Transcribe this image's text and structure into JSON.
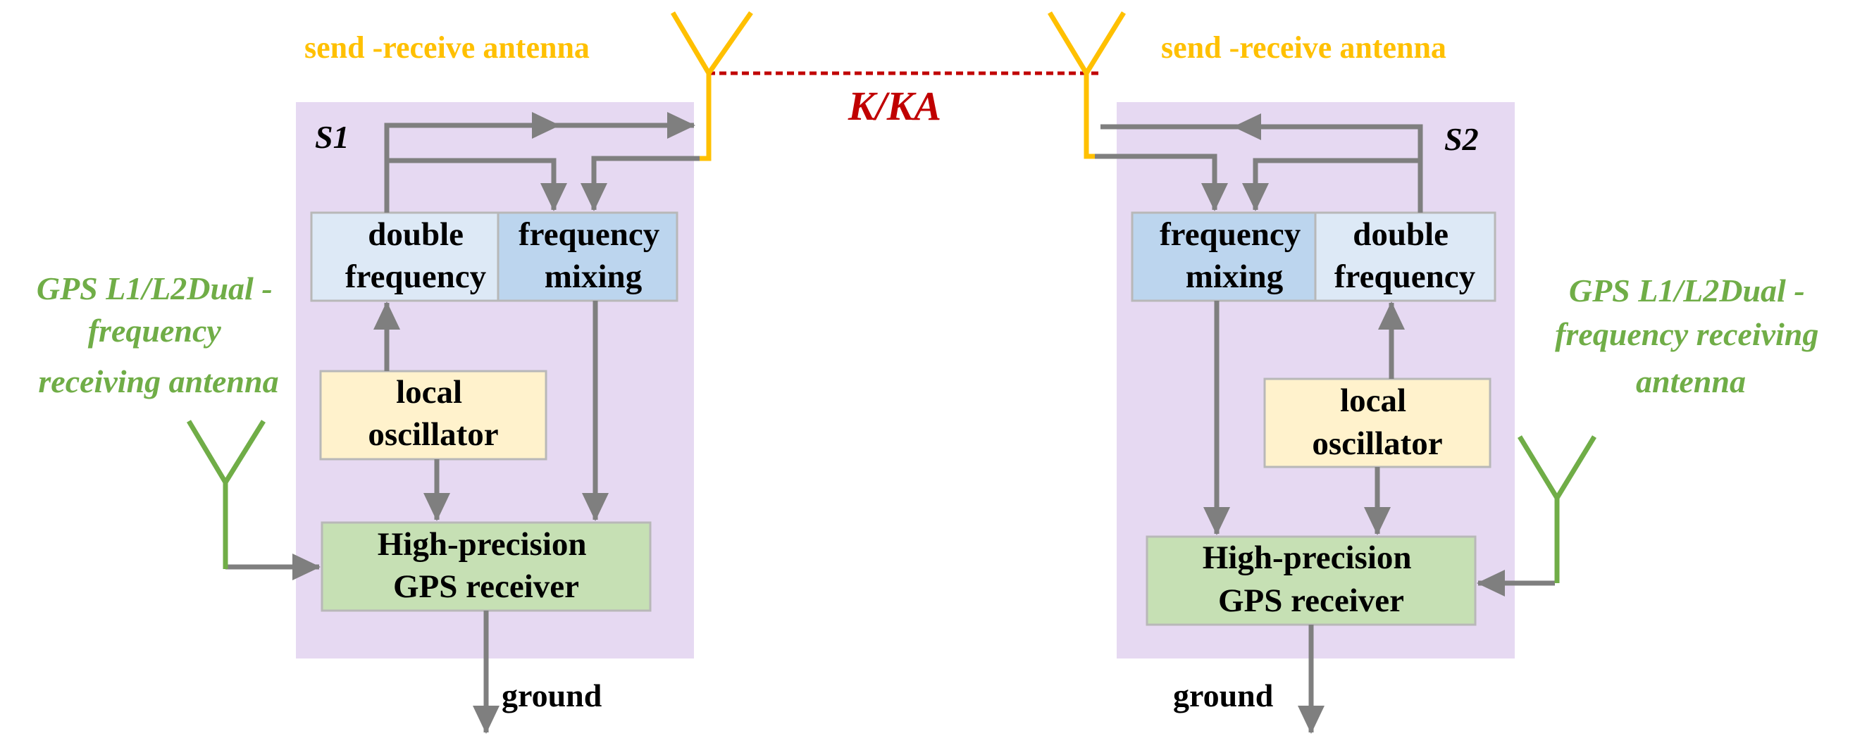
{
  "colors": {
    "panel": "#e6d9f2",
    "double_frequency_fill": "#dde9f6",
    "frequency_mixing_fill": "#bcd5ee",
    "local_oscillator_fill": "#fff2cc",
    "gps_receiver_fill": "#c6e0b4",
    "box_border": "#b8b8b8",
    "arrow": "#7f7f7f",
    "send_receive_antenna": "#ffc000",
    "gps_antenna": "#70ad47",
    "link": "#c00000"
  },
  "icons": [
    "antenna-icon",
    "arrow-icon"
  ],
  "link_label": "K/KA",
  "satellites": [
    {
      "id": "S1",
      "label": "S1",
      "antenna_label": "send -receive antenna",
      "gps_antenna_label": [
        "GPS L1/L2Dual -",
        "frequency",
        "receiving antenna"
      ],
      "double_frequency": [
        "double",
        "frequency"
      ],
      "frequency_mixing": [
        "frequency",
        "mixing"
      ],
      "local_oscillator": [
        "local",
        "oscillator"
      ],
      "gps_receiver": [
        "High-precision",
        "GPS receiver"
      ],
      "ground_label": "ground"
    },
    {
      "id": "S2",
      "label": "S2",
      "antenna_label": "send -receive antenna",
      "gps_antenna_label": [
        "GPS L1/L2Dual -",
        "frequency receiving",
        "antenna"
      ],
      "double_frequency": [
        "double",
        "frequency"
      ],
      "frequency_mixing": [
        "frequency",
        "mixing"
      ],
      "local_oscillator": [
        "local",
        "oscillator"
      ],
      "gps_receiver": [
        "High-precision",
        "GPS receiver"
      ],
      "ground_label": "ground"
    }
  ]
}
